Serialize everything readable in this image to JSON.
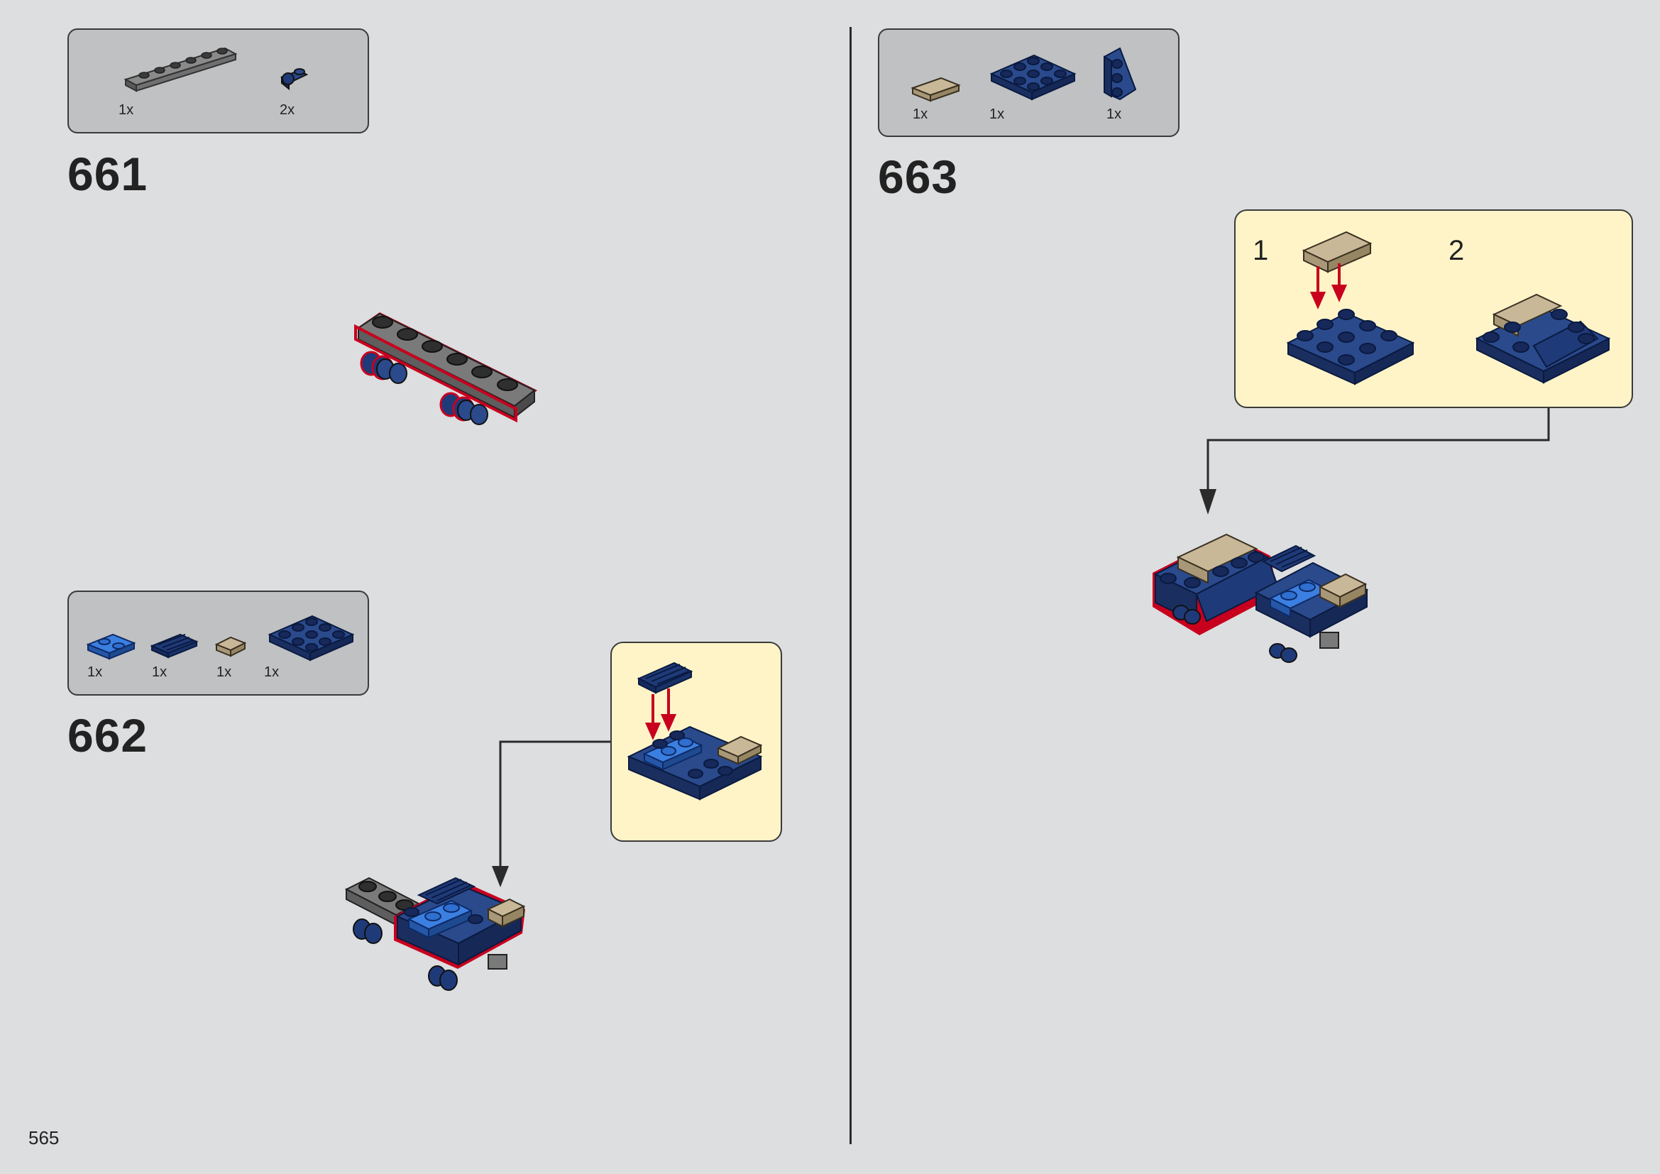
{
  "page": {
    "number": "565"
  },
  "steps": [
    {
      "number": "661",
      "parts": [
        {
          "qty": "1x",
          "part": "dark-gray-plate-1x6"
        },
        {
          "qty": "2x",
          "part": "dark-blue-plate-with-clip"
        }
      ]
    },
    {
      "number": "662",
      "parts": [
        {
          "qty": "1x",
          "part": "blue-plate-1x2"
        },
        {
          "qty": "1x",
          "part": "dark-blue-grille-tile"
        },
        {
          "qty": "1x",
          "part": "tan-tile-1x1"
        },
        {
          "qty": "1x",
          "part": "dark-blue-plate-3x3"
        }
      ]
    },
    {
      "number": "663",
      "parts": [
        {
          "qty": "1x",
          "part": "tan-tile-1x2"
        },
        {
          "qty": "1x",
          "part": "dark-blue-plate-3x3"
        },
        {
          "qty": "1x",
          "part": "dark-blue-wedge-plate"
        }
      ],
      "substeps": [
        "1",
        "2"
      ]
    }
  ],
  "colors": {
    "background": "#dcdee0",
    "parts_box": "#bfc1c3",
    "callout": "#fff4c8",
    "dark_blue": "#1f3a78",
    "blue": "#2f6fd0",
    "dark_gray": "#6b6b6b",
    "tan": "#b8a888",
    "highlight_red": "#c8001e"
  }
}
